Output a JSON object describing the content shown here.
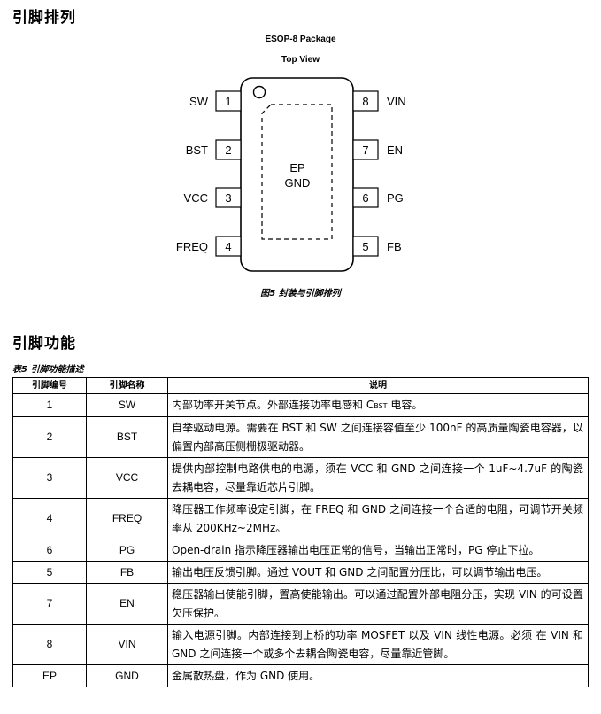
{
  "section1": {
    "heading": "引脚排列"
  },
  "package": {
    "name": "ESOP-8 Package",
    "view": "Top View",
    "center_labels": [
      "EP",
      "GND"
    ],
    "left_pins": [
      {
        "num": "1",
        "name": "SW"
      },
      {
        "num": "2",
        "name": "BST"
      },
      {
        "num": "3",
        "name": "VCC"
      },
      {
        "num": "4",
        "name": "FREQ"
      }
    ],
    "right_pins": [
      {
        "num": "8",
        "name": "VIN"
      },
      {
        "num": "7",
        "name": "EN"
      },
      {
        "num": "6",
        "name": "PG"
      },
      {
        "num": "5",
        "name": "FB"
      }
    ]
  },
  "figure_caption": "图5 封装与引脚排列",
  "section2": {
    "heading": "引脚功能"
  },
  "table_caption": "表5 引脚功能描述",
  "table": {
    "headers": [
      "引脚编号",
      "引脚名称",
      "说明"
    ],
    "rows": [
      {
        "num": "1",
        "name": "SW",
        "desc_pre": "内部功率开关节点。外部连接功率电感和 C",
        "desc_sub": "BST",
        "desc_post": " 电容。"
      },
      {
        "num": "2",
        "name": "BST",
        "desc": "自举驱动电源。需要在 BST 和 SW 之间连接容值至少 100nF 的高质量陶瓷电容器，以偏置内部高压侧栅极驱动器。"
      },
      {
        "num": "3",
        "name": "VCC",
        "desc": "提供内部控制电路供电的电源，须在 VCC 和 GND 之间连接一个 1uF~4.7uF 的陶瓷去耦电容，尽量靠近芯片引脚。"
      },
      {
        "num": "4",
        "name": "FREQ",
        "desc": "降压器工作频率设定引脚，在 FREQ 和 GND 之间连接一个合适的电阻，可调节开关频率从 200KHz~2MHz。"
      },
      {
        "num": "6",
        "name": "PG",
        "desc": "Open-drain 指示降压器输出电压正常的信号，当输出正常时，PG 停止下拉。"
      },
      {
        "num": "5",
        "name": "FB",
        "desc": "输出电压反馈引脚。通过 VOUT 和 GND 之间配置分压比，可以调节输出电压。"
      },
      {
        "num": "7",
        "name": "EN",
        "desc": "稳压器输出使能引脚，置高使能输出。可以通过配置外部电阻分压，实现 VIN 的可设置欠压保护。"
      },
      {
        "num": "8",
        "name": "VIN",
        "desc": "输入电源引脚。内部连接到上桥的功率 MOSFET 以及 VIN 线性电源。必须 在 VIN 和 GND 之间连接一个或多个去耦合陶瓷电容，尽量靠近管脚。"
      },
      {
        "num": "EP",
        "name": "GND",
        "desc": "金属散热盘，作为 GND 使用。"
      }
    ]
  }
}
